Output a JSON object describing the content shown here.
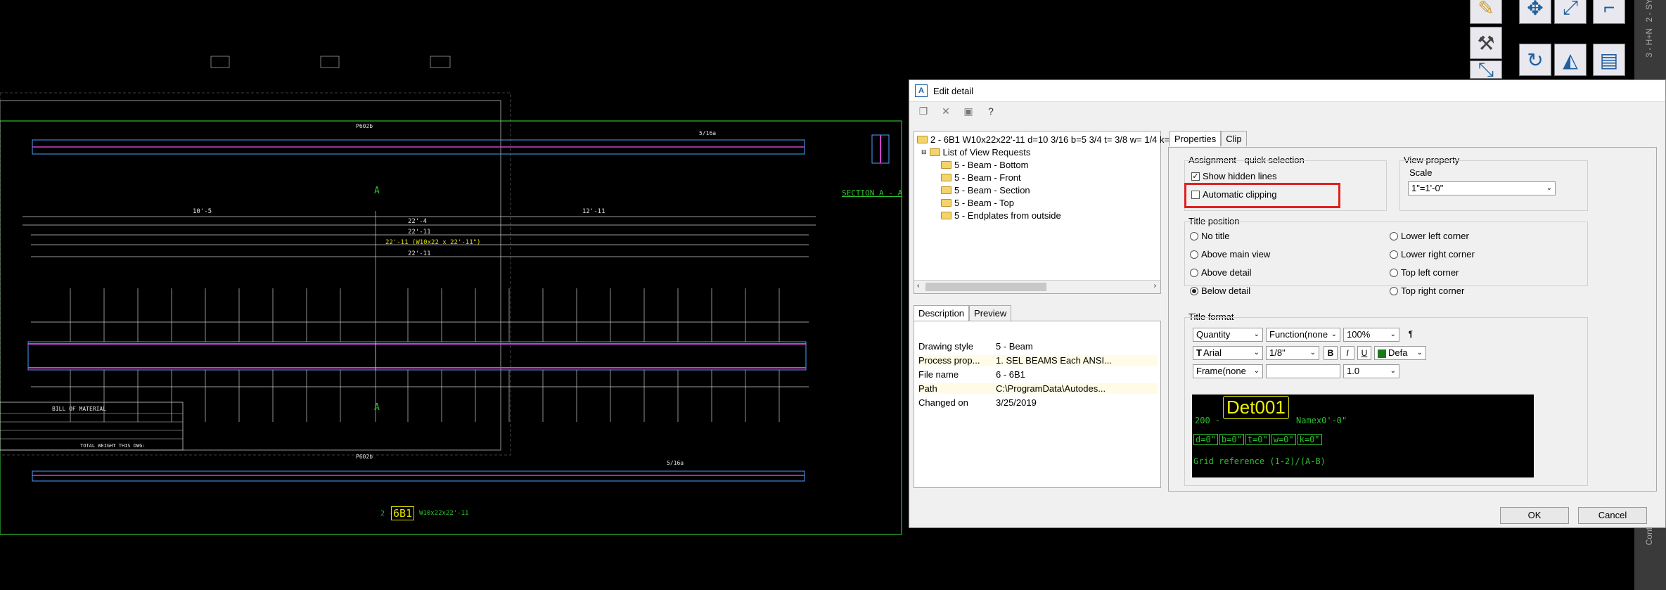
{
  "dialog": {
    "title": "Edit detail",
    "tree": {
      "root": "2 - 6B1 W10x22x22'-11 d=10 3/16 b=5 3/4 t= 3/8 w= 1/4 k=",
      "list_label": "List of View Requests",
      "items": [
        "5 - Beam - Bottom",
        "5 - Beam - Front",
        "5 - Beam - Section",
        "5 - Beam - Top",
        "5 - Endplates from outside"
      ]
    },
    "left_tabs": [
      "Description",
      "Preview"
    ],
    "description": [
      {
        "key": "Drawing style",
        "value": "5 - Beam"
      },
      {
        "key": "Process prop...",
        "value": "1. SEL BEAMS Each ANSI..."
      },
      {
        "key": "File name",
        "value": "6 - 6B1"
      },
      {
        "key": "Path",
        "value": "C:\\ProgramData\\Autodes..."
      },
      {
        "key": "Changed on",
        "value": "3/25/2019"
      }
    ],
    "right_tabs": [
      "Properties",
      "Clip"
    ],
    "assignment": {
      "label": "Assignment - quick selection",
      "show_hidden_lines": "Show hidden lines",
      "automatic_clipping": "Automatic clipping"
    },
    "view_property": {
      "label": "View property",
      "scale_label": "Scale",
      "scale_value": "1\"=1'-0\""
    },
    "title_position": {
      "label": "Title position",
      "left": [
        "No title",
        "Above main view",
        "Above detail",
        "Below detail"
      ],
      "right": [
        "Lower left corner",
        "Lower right corner",
        "Top left corner",
        "Top right corner"
      ],
      "selected": "Below detail"
    },
    "title_format": {
      "label": "Title format",
      "quantity": "Quantity",
      "function": "Function(none",
      "percent": "100%",
      "pilcrow": "¶",
      "font": "Arial",
      "font_prefix": "T",
      "size": "1/8\"",
      "bold": "B",
      "italic": "I",
      "underline": "U",
      "color": "Defa",
      "frame": "Frame(none",
      "ratio": "1.0",
      "preview_title": "Det001",
      "preview_line1_left": "200 -",
      "preview_line1_right": "Namex0'-0\"",
      "preview_boxes": [
        "d=0\"",
        "b=0\"",
        "t=0\"",
        "w=0\"",
        "k=0\""
      ],
      "preview_line3": "Grid reference (1-2)/(A-B)"
    },
    "ok": "OK",
    "cancel": "Cancel"
  },
  "cad": {
    "section_label": "SECTION A - A",
    "bom_title": "BILL OF MATERIAL",
    "bom_total": "TOTAL WEIGHT THIS DWG:",
    "detail_label": "6B1",
    "detail_sub": "W10x22x22'-11",
    "detail_prefix": "2 -",
    "weld": "5/16a",
    "dim_top_1": "10'-5",
    "dim_top_2": "12'-11",
    "dim_top_3": "22'-4",
    "dim_top_4": "22'-11",
    "dim_top_5": "22'-11 (W10x22 x 22'-11\")",
    "dim_top_6": "22'-11",
    "section_marker": "A",
    "mark_p602b": "P602b"
  },
  "side_tabs": [
    "3 - H+N",
    "2 - SY",
    "Cont..."
  ]
}
